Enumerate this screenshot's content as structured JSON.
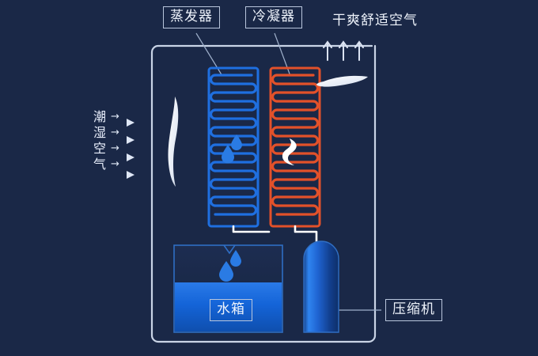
{
  "diagram": {
    "title_labels": {
      "evaporator": "蒸发器",
      "condenser": "冷凝器",
      "dry_air": "干爽舒适空气",
      "water_tank": "水箱",
      "compressor": "压缩机"
    },
    "humid_air": {
      "chars": [
        "潮",
        "湿",
        "空",
        "气"
      ],
      "arrow": "→"
    },
    "icons": {
      "fan_left": "fan-blade-icon",
      "fan_top": "fan-blade-icon",
      "heat_wave": "heat-wave-icon",
      "droplet": "water-droplet-icon",
      "up_arrow": "up-arrow-icon",
      "right_arrow": "right-arrow-icon"
    },
    "colors": {
      "background": "#1a2847",
      "evaporator": "#1f6fe0",
      "condenser": "#e2512a",
      "frame": "#c9d4e6",
      "pipe": "#ffffff",
      "water": "#1464d8",
      "droplet": "#2a7be4",
      "text": "#eef3fb"
    },
    "counts": {
      "evaporator_coils": 17,
      "condenser_coils": 17,
      "up_arrows": 3,
      "right_arrows": 4,
      "droplets_in_evaporator": 2,
      "droplets_in_tank": 2
    }
  }
}
